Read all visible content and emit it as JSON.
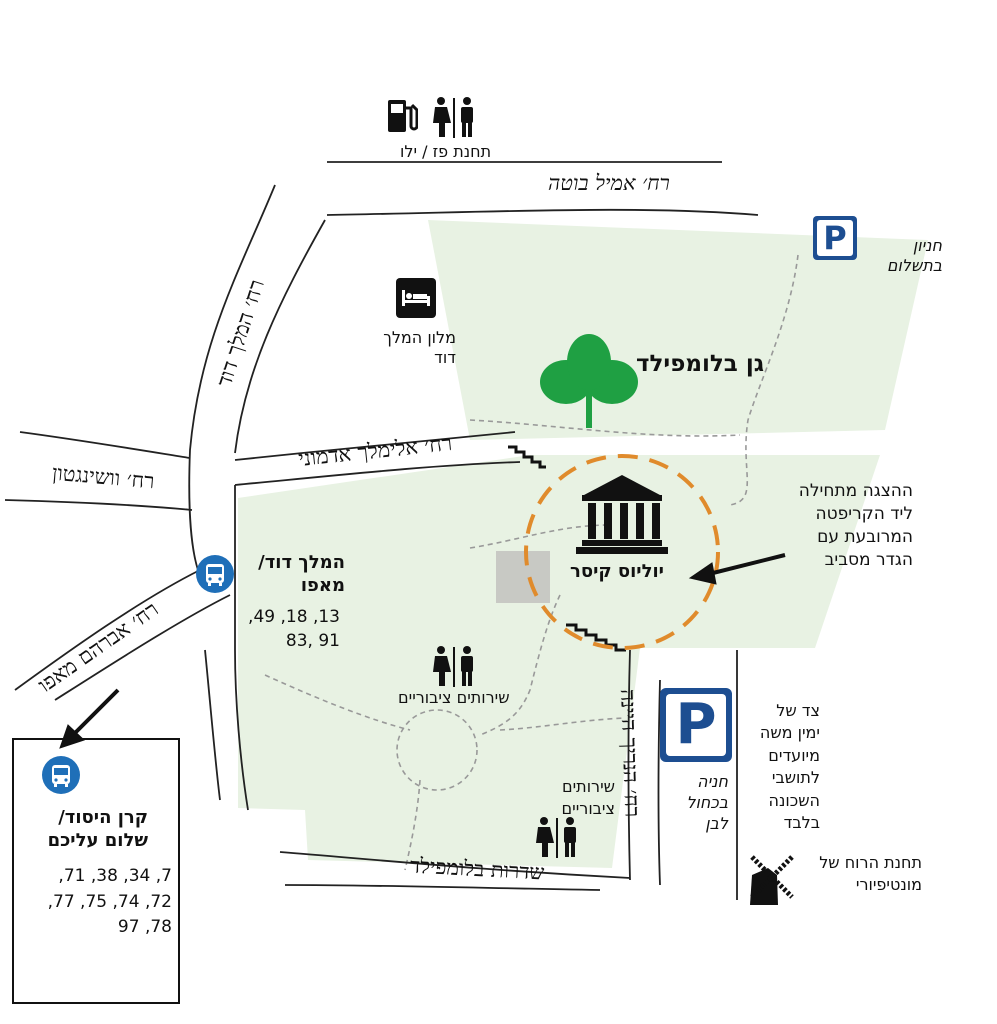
{
  "colors": {
    "park": "#e8f2e3",
    "leaf": "#1fa043",
    "parking": "#1d4e91",
    "bus": "#1f6fb8",
    "circle": "#e08b2c",
    "path": "#999999",
    "plaza": "#c8c9c4"
  },
  "labels": {
    "gas_station": "תחנת פז / ילו",
    "street_emil_botta": "רח׳ אמיל בוטה",
    "street_king_david": "רח׳ המלך דוד",
    "street_washington": "רח׳ וושינגטון",
    "street_elimelech": "רח׳ אלימלך אדמוני",
    "street_abraham_mapu": "רח׳ אברהם מאפו",
    "street_heinrich_heine": "רח׳ הנריך היינה",
    "street_bloomfield_blvd": "שדרות בלומפילד",
    "hotel": [
      "מלון המלך",
      "דוד"
    ],
    "park_name": "גן בלומפילד",
    "paid_parking": [
      "חניון",
      "בתשלום"
    ],
    "exhibition_note": [
      "ההצגה מתחילה",
      "ליד הקריפטה",
      "המרובעת עם",
      "הגדר מסביב"
    ],
    "julius_caesar": "יוליוס קיסר",
    "bus_stop_1_title": [
      "המלך דוד/",
      "מאפו"
    ],
    "bus_stop_1_lines": [
      "13, 18, 49,",
      "91 ,83"
    ],
    "restrooms_1": "שירותים ציבוריים",
    "restrooms_2": [
      "שירותים",
      "ציבוריים"
    ],
    "blue_white_parking": [
      "חניה",
      "בכחול",
      "לבן"
    ],
    "resident_note": [
      "צד של",
      "ימין משה",
      "מיועדים",
      "לתושבי",
      "השכונה",
      "בלבד"
    ],
    "windmill": [
      "תחנת הרוח של",
      "מונטיפיורי"
    ],
    "bus_stop_2_title": [
      "קרן היסוד/",
      "שלום עליכם"
    ],
    "bus_stop_2_lines": [
      "7, 34, 38, 71,",
      "72, 74, 75, 77,",
      "78, 97"
    ]
  },
  "icons": [
    "gas-pump-icon",
    "restroom-icon",
    "hotel-bed-icon",
    "parking-icon",
    "leaf-icon",
    "museum-icon",
    "bus-icon",
    "windmill-icon",
    "stairs-icon",
    "arrow-icon"
  ]
}
